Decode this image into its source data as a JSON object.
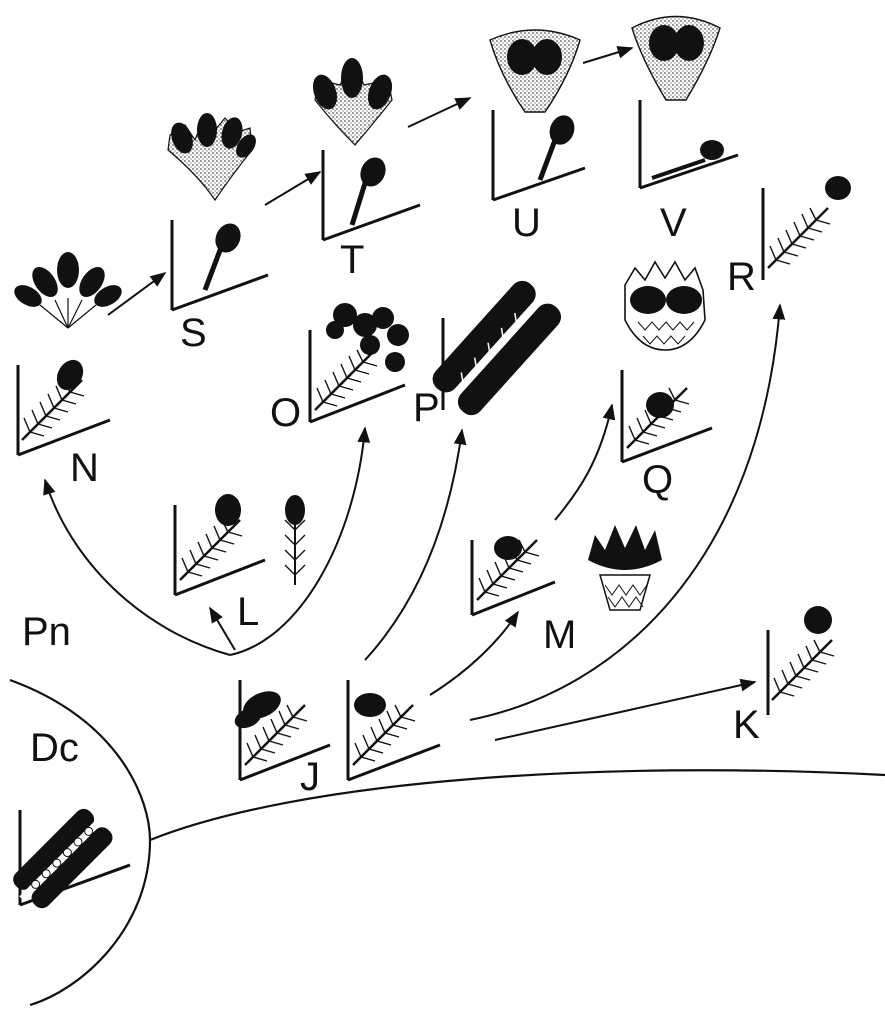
{
  "labels": {
    "pn": "Pn",
    "dc": "Dc",
    "j": "J",
    "k": "K",
    "l": "L",
    "m": "M",
    "n": "N",
    "o": "O",
    "p": "P",
    "q": "Q",
    "r": "R",
    "s": "S",
    "t": "T",
    "u": "U",
    "v": "V"
  },
  "colors": {
    "ink": "#111111",
    "stipple": "#c9c9c9"
  }
}
